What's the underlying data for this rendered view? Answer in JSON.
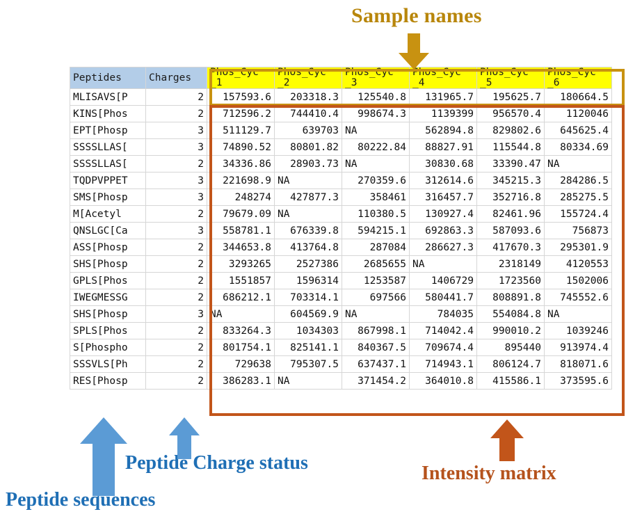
{
  "annotations": {
    "sample_names": "Sample names",
    "peptide_charge_status": "Peptide Charge status",
    "peptide_sequences": "Peptide sequences",
    "intensity_matrix": "Intensity matrix"
  },
  "colors": {
    "sample_names_accent": "#b8860b",
    "sample_names_box": "#c89211",
    "intensity_accent": "#b5521c",
    "intensity_box": "#c2551a",
    "peptide_accent": "#1f6fb5",
    "header_label_bg": "#b3cde8",
    "header_sample_bg": "#ffff00"
  },
  "table": {
    "headers": {
      "peptides": "Peptides",
      "charges": "Charges",
      "samples": [
        {
          "line1": "Phos_Cyc",
          "line2": "_1"
        },
        {
          "line1": "Phos_Cyc",
          "line2": "_2"
        },
        {
          "line1": "Phos_Cyc",
          "line2": "_3"
        },
        {
          "line1": "Phos_Cyc",
          "line2": "_4"
        },
        {
          "line1": "Phos_Cyc",
          "line2": "_5"
        },
        {
          "line1": "Phos_Cyc",
          "line2": "_6"
        }
      ]
    },
    "rows": [
      {
        "peptide": "MLISAVS[P",
        "charge": "2",
        "values": [
          "157593.6",
          "203318.3",
          "125540.8",
          "131965.7",
          "195625.7",
          "180664.5"
        ]
      },
      {
        "peptide": "KINS[Phos",
        "charge": "2",
        "values": [
          "712596.2",
          "744410.4",
          "998674.3",
          "1139399",
          "956570.4",
          "1120046"
        ]
      },
      {
        "peptide": "EPT[Phosp",
        "charge": "3",
        "values": [
          "511129.7",
          "639703",
          "NA",
          "562894.8",
          "829802.6",
          "645625.4"
        ]
      },
      {
        "peptide": "SSSSLLAS[",
        "charge": "3",
        "values": [
          "74890.52",
          "80801.82",
          "80222.84",
          "88827.91",
          "115544.8",
          "80334.69"
        ]
      },
      {
        "peptide": "SSSSLLAS[",
        "charge": "2",
        "values": [
          "34336.86",
          "28903.73",
          "NA",
          "30830.68",
          "33390.47",
          "NA"
        ]
      },
      {
        "peptide": "TQDPVPPET",
        "charge": "3",
        "values": [
          "221698.9",
          "NA",
          "270359.6",
          "312614.6",
          "345215.3",
          "284286.5"
        ]
      },
      {
        "peptide": "SMS[Phosp",
        "charge": "3",
        "values": [
          "248274",
          "427877.3",
          "358461",
          "316457.7",
          "352716.8",
          "285275.5"
        ]
      },
      {
        "peptide": "M[Acetyl",
        "charge": "2",
        "values": [
          "79679.09",
          "NA",
          "110380.5",
          "130927.4",
          "82461.96",
          "155724.4"
        ]
      },
      {
        "peptide": "QNSLGC[Ca",
        "charge": "3",
        "values": [
          "558781.1",
          "676339.8",
          "594215.1",
          "692863.3",
          "587093.6",
          "756873"
        ]
      },
      {
        "peptide": "ASS[Phosp",
        "charge": "2",
        "values": [
          "344653.8",
          "413764.8",
          "287084",
          "286627.3",
          "417670.3",
          "295301.9"
        ]
      },
      {
        "peptide": "SHS[Phosp",
        "charge": "2",
        "values": [
          "3293265",
          "2527386",
          "2685655",
          "NA",
          "2318149",
          "4120553"
        ]
      },
      {
        "peptide": "GPLS[Phos",
        "charge": "2",
        "values": [
          "1551857",
          "1596314",
          "1253587",
          "1406729",
          "1723560",
          "1502006"
        ]
      },
      {
        "peptide": "IWEGMESSG",
        "charge": "2",
        "values": [
          "686212.1",
          "703314.1",
          "697566",
          "580441.7",
          "808891.8",
          "745552.6"
        ]
      },
      {
        "peptide": "SHS[Phosp",
        "charge": "3",
        "values": [
          "NA",
          "604569.9",
          "NA",
          "784035",
          "554084.8",
          "NA"
        ]
      },
      {
        "peptide": "SPLS[Phos",
        "charge": "2",
        "values": [
          "833264.3",
          "1034303",
          "867998.1",
          "714042.4",
          "990010.2",
          "1039246"
        ]
      },
      {
        "peptide": "S[Phospho",
        "charge": "2",
        "values": [
          "801754.1",
          "825141.1",
          "840367.5",
          "709674.4",
          "895440",
          "913974.4"
        ]
      },
      {
        "peptide": "SSSVLS[Ph",
        "charge": "2",
        "values": [
          "729638",
          "795307.5",
          "637437.1",
          "714943.1",
          "806124.7",
          "818071.6"
        ]
      },
      {
        "peptide": "RES[Phosp",
        "charge": "2",
        "values": [
          "386283.1",
          "NA",
          "371454.2",
          "364010.8",
          "415586.1",
          "373595.6"
        ]
      }
    ]
  }
}
